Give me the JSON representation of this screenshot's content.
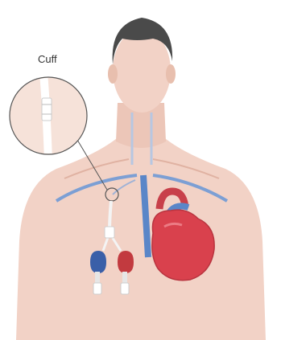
{
  "callout": {
    "label": "Cuff"
  },
  "colors": {
    "skin": "#f2d2c6",
    "skin_shadow": "#e8bfae",
    "hair": "#4a4a4a",
    "vein_blue": "#5a86c8",
    "artery_red": "#c8404a",
    "heart_red": "#d9414d",
    "catheter_white": "#f4f4f4",
    "lumen_blue": "#3a5fa8",
    "lumen_red": "#c23a3f"
  },
  "icons": {
    "head": "head-silhouette",
    "torso": "torso-silhouette",
    "heart": "heart-icon",
    "catheter": "catheter-icon",
    "magnifier": "magnifier-circle"
  }
}
